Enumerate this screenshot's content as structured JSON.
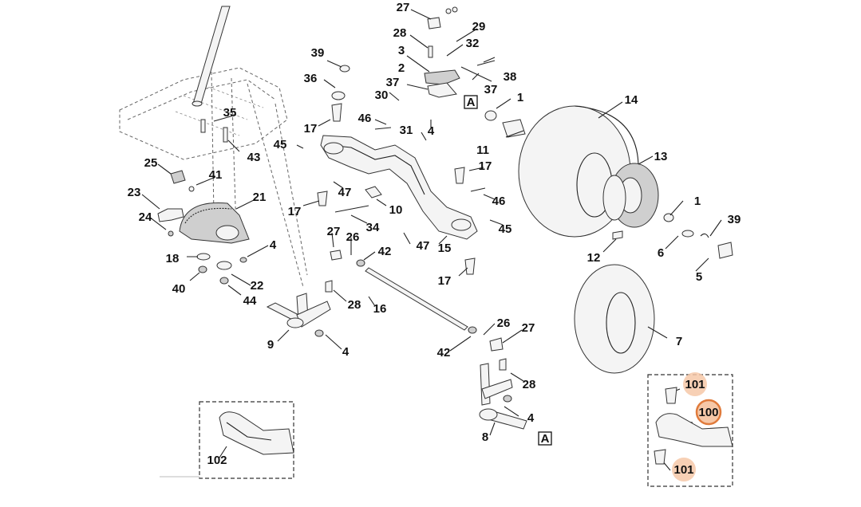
{
  "diagram": {
    "callouts": [
      "27",
      "29",
      "28",
      "32",
      "3",
      "38",
      "39",
      "2",
      "36",
      "37",
      "37",
      "30",
      "1",
      "14",
      "35",
      "46",
      "31",
      "4",
      "17",
      "45",
      "11",
      "13",
      "43",
      "25",
      "41",
      "17",
      "47",
      "23",
      "21",
      "17",
      "46",
      "10",
      "24",
      "34",
      "1",
      "39",
      "45",
      "26",
      "27",
      "47",
      "15",
      "18",
      "4",
      "42",
      "6",
      "12",
      "17",
      "40",
      "22",
      "5",
      "44",
      "28",
      "16",
      "9",
      "4",
      "7",
      "26",
      "27",
      "42",
      "28",
      "4",
      "8",
      "101",
      "100",
      "101",
      "102"
    ],
    "detail_tags": [
      "A",
      "A"
    ]
  }
}
